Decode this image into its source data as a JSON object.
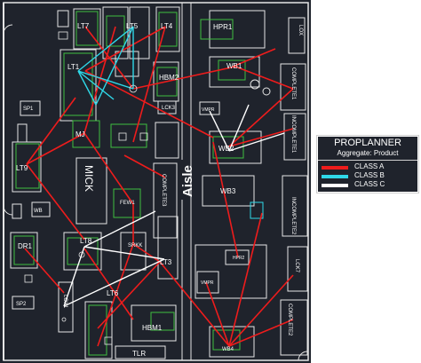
{
  "areas": {
    "lt7": "LT7",
    "lt5": "LT5",
    "lt4": "LT4",
    "hpr1": "HPR1",
    "lox": "LOX",
    "lt1": "LT1",
    "hbm2": "HBM2",
    "wb1": "WB1",
    "complete1": "COMPLETE1",
    "sp1": "SP1",
    "lck": "LCK3",
    "vmpr": "VMPR",
    "incomplete1": "INCOMPLETE1",
    "mj": "MJ",
    "wb2": "WB2",
    "lt9": "LT9",
    "mick": "MICK",
    "complete3": "COMPLETE3",
    "aisle": "Aisle",
    "wb": "WB",
    "few": "FEW1",
    "wb3": "WB3",
    "incomplete2": "INCOMPLETE2",
    "dr1": "DR1",
    "lt8": "LT8",
    "srk": "SRKK",
    "hpr2": "HPR2",
    "lt3": "LT3",
    "lck7": "LCK7",
    "vmpr2": "VMPR",
    "sp2": "SP2",
    "lt6": "LT6",
    "lox1": "LOX1",
    "hbm1": "HBM1",
    "complete2": "COMPLETE2",
    "wb4": "WB4",
    "tlr": "TLR"
  },
  "legend": {
    "title": "PROPLANNER",
    "subtitle": "Aggregate: Product",
    "items": [
      {
        "label": "CLASS A",
        "color": "#ee1c1c"
      },
      {
        "label": "CLASS B",
        "color": "#2fd8e8"
      },
      {
        "label": "CLASS C",
        "color": "#ffffff"
      }
    ]
  },
  "colors": {
    "background": "#1f232c",
    "walls": "#e6e6e6",
    "equipment": "#3fbf3f",
    "class_a": "#ee1c1c",
    "class_b": "#2fd8e8",
    "class_c": "#ffffff"
  }
}
